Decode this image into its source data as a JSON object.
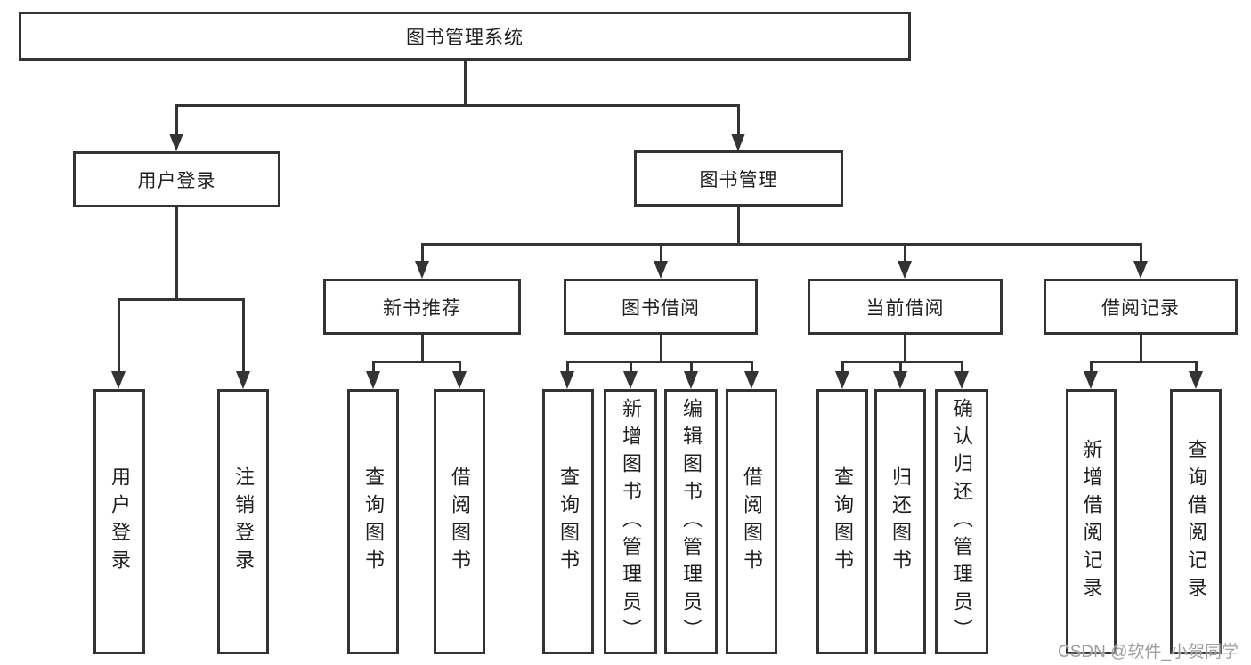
{
  "tree": {
    "label": "图书管理系统",
    "children": [
      {
        "label": "用户登录",
        "children": [
          {
            "label": "用户登录"
          },
          {
            "label": "注销登录"
          }
        ]
      },
      {
        "label": "图书管理",
        "children": [
          {
            "label": "新书推荐",
            "children": [
              {
                "label": "查询图书"
              },
              {
                "label": "借阅图书"
              }
            ]
          },
          {
            "label": "图书借阅",
            "children": [
              {
                "label": "查询图书"
              },
              {
                "label": "新增图书（管理员）"
              },
              {
                "label": "编辑图书（管理员）"
              },
              {
                "label": "借阅图书"
              }
            ]
          },
          {
            "label": "当前借阅",
            "children": [
              {
                "label": "查询图书"
              },
              {
                "label": "归还图书"
              },
              {
                "label": "确认归还（管理员）"
              }
            ]
          },
          {
            "label": "借阅记录",
            "children": [
              {
                "label": "新增借阅记录"
              },
              {
                "label": "查询借阅记录"
              }
            ]
          }
        ]
      }
    ]
  },
  "watermark": {
    "text": "CSDN @软件_小贺同学"
  },
  "colors": {
    "line": "#333333",
    "text": "#1f1f1f",
    "bg": "#ffffff",
    "wm": "#9e9e9e"
  }
}
